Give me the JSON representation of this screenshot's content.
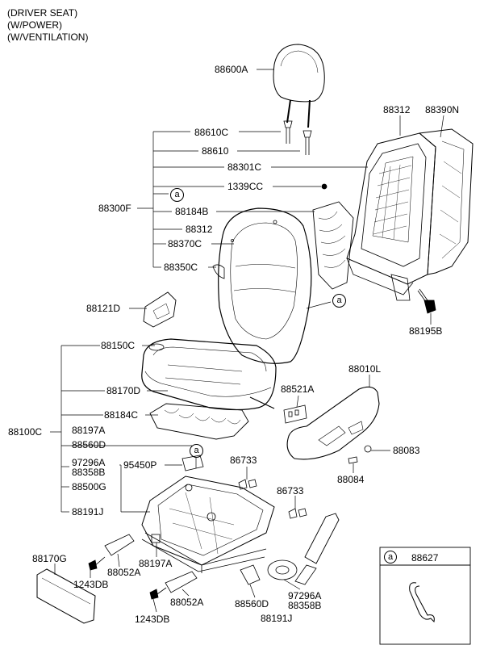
{
  "header": {
    "line1": "(DRIVER SEAT)",
    "line2": "(W/POWER)",
    "line3": "(W/VENTILATION)"
  },
  "parts": {
    "p88600A": "88600A",
    "p88312_top": "88312",
    "p88390N": "88390N",
    "p88610C": "88610C",
    "p88610": "88610",
    "p88301C": "88301C",
    "p1339CC": "1339CC",
    "p88184B": "88184B",
    "p88300F": "88300F",
    "p88312": "88312",
    "p88370C": "88370C",
    "p88350C": "88350C",
    "p88121D": "88121D",
    "p88195B": "88195B",
    "p88150C": "88150C",
    "p88010L": "88010L",
    "p88170D": "88170D",
    "p88521A": "88521A",
    "p88184C": "88184C",
    "p88100C": "88100C",
    "p88197A": "88197A",
    "p88560D": "88560D",
    "p97296A": "97296A",
    "p88358B": "88358B",
    "p88083": "88083",
    "p95450P": "95450P",
    "p88733_a": "86733",
    "p88733_b": "86733",
    "p88084": "88084",
    "p88500G": "88500G",
    "p88191J": "88191J",
    "p88170G": "88170G",
    "p88052A_a": "88052A",
    "p88197A_b": "88197A",
    "p1243DB_a": "1243DB",
    "p88052A_b": "88052A",
    "p1243DB_b": "1243DB",
    "p88560D_b": "88560D",
    "p97296A_b": "97296A",
    "p88358B_b": "88358B",
    "p88191J_b": "88191J"
  },
  "callouts": {
    "ref": "a"
  },
  "legend_box": {
    "ref": "a",
    "part": "88627"
  }
}
